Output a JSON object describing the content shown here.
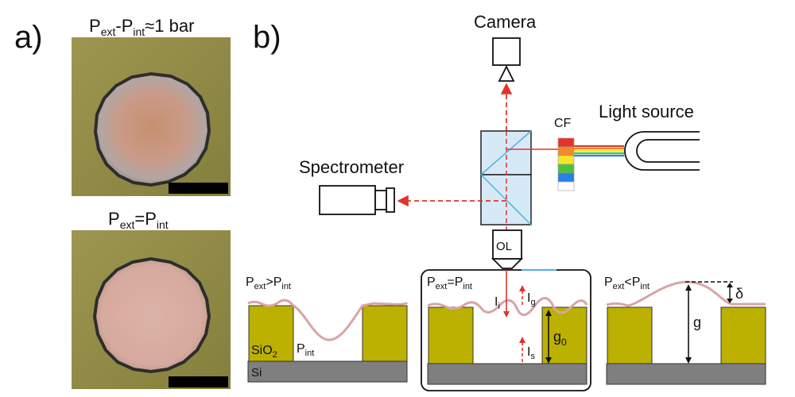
{
  "panel_a": {
    "label": "a)",
    "top": {
      "label_P1": "P",
      "label_sub1": "ext",
      "label_mid": "-P",
      "label_sub2": "int",
      "label_tail": "≈1 bar"
    },
    "bottom": {
      "label_P1": "P",
      "label_sub1": "ext",
      "label_mid": "=P",
      "label_sub2": "int"
    }
  },
  "panel_b": {
    "label": "b)",
    "camera": "Camera",
    "light_source": "Light source",
    "cf": "CF",
    "spectrometer": "Spectrometer",
    "ol": "OL",
    "cf_colors": [
      "#e8332a",
      "#f58a2a",
      "#f5e62a",
      "#4cc23a",
      "#2a7fe8",
      "#ffffff"
    ],
    "cross_sections": {
      "left": {
        "P": "P",
        "ext": "ext",
        "op": ">P",
        "int": "int",
        "sio2": "SiO",
        "sio2_sub": "2",
        "pint_P": "P",
        "pint_sub": "int",
        "si": "Si"
      },
      "middle": {
        "P": "P",
        "ext": "ext",
        "op": "=P",
        "int": "int",
        "Ii": "I",
        "Ii_sub": "i",
        "Ig": "I",
        "Ig_sub": "g",
        "Is": "I",
        "Is_sub": "s",
        "g0": "g",
        "g0_sub": "0"
      },
      "right": {
        "P": "P",
        "ext": "ext",
        "op": "<P",
        "int": "int",
        "delta": "δ",
        "g": "g"
      }
    }
  },
  "colors": {
    "sample_bg": "#8f8a45",
    "membrane": "#d9a4a6",
    "sio2": "#bcb000",
    "si": "#7f7f7f",
    "beam_red": "#e0342a",
    "beam_blue": "#4fb2e0",
    "splitter": "#d6e9f7"
  }
}
